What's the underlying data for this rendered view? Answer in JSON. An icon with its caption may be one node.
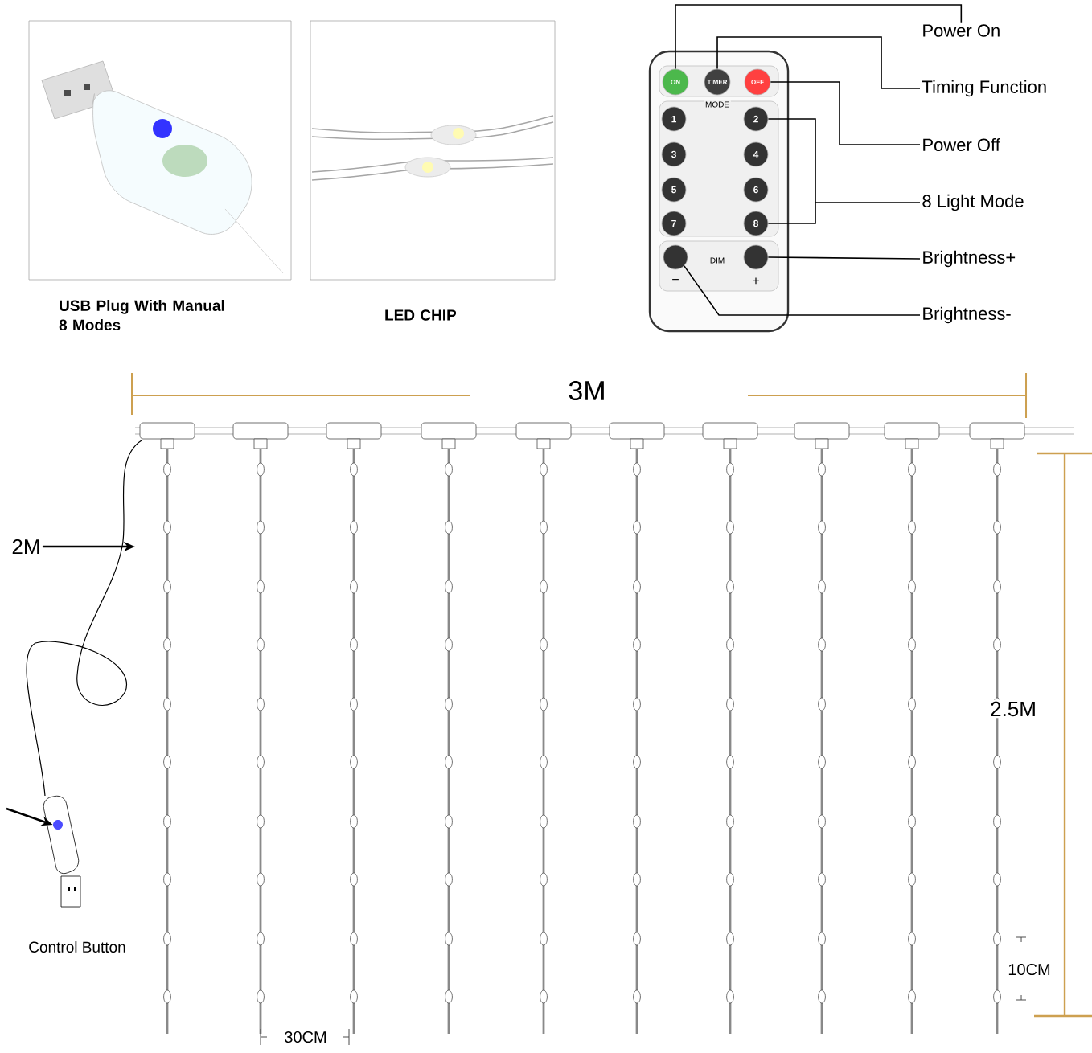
{
  "diagram": {
    "nodes": [
      {
        "text": [
          "USB Plug With Manual 8 Modes"
        ]
      },
      {
        "text": [
          "LED CHIP"
        ]
      },
      {
        "text": [
          "ON"
        ]
      },
      {
        "text": [
          "TIMER"
        ]
      },
      {
        "text": [
          "OFF"
        ]
      },
      {
        "text": [
          "1"
        ]
      },
      {
        "text": [
          "2"
        ]
      },
      {
        "text": [
          "3"
        ]
      },
      {
        "text": [
          "4"
        ]
      },
      {
        "text": [
          "5"
        ]
      },
      {
        "text": [
          "6"
        ]
      },
      {
        "text": [
          "7"
        ]
      },
      {
        "text": [
          "8"
        ]
      },
      {
        "text": [],
        "shape": "circle",
        "beside": [
          "−"
        ]
      },
      {
        "text": [],
        "shape": "circle",
        "beside": [
          "+"
        ]
      },
      {
        "text": [
          "Power On"
        ]
      },
      {
        "text": [
          "Timing Function"
        ]
      },
      {
        "text": [
          "Power Off"
        ]
      },
      {
        "text": [
          "8 Light Mode"
        ]
      },
      {
        "text": [
          "Brightness+"
        ]
      },
      {
        "text": [
          "Brightness-"
        ]
      },
      {
        "text": [
          "2M"
        ]
      },
      {
        "text": [],
        "shape": "picture",
        "beside": [
          "Control Button"
        ]
      },
      {
        "text": [],
        "shape": "circle",
        "in": 22
      }
    ],
    "edges": [
      {
        "from": 15,
        "to": 2,
        "arrow": "none"
      },
      {
        "from": 16,
        "to": 3,
        "arrow": "none"
      },
      {
        "from": 17,
        "to": 4,
        "arrow": "none"
      },
      {
        "from": 18,
        "to": 6,
        "arrow": "none"
      },
      {
        "from": 18,
        "to": 12,
        "arrow": "none"
      },
      {
        "from": 19,
        "to": 14,
        "arrow": "none"
      },
      {
        "from": 20,
        "to": 13,
        "arrow": "none"
      },
      {
        "from": 21,
        "to": null,
        "arrow": "to"
      },
      {
        "from": null,
        "to": 23,
        "arrow": "to"
      }
    ],
    "labels": [
      "MODE",
      "DIM",
      "3M",
      "2.5M",
      "10CM",
      "30CM"
    ]
  }
}
